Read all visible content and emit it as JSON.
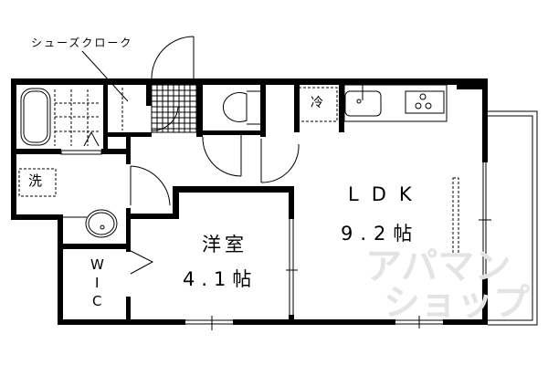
{
  "labels": {
    "shoe_closet": "シューズクローク",
    "laundry": "洗",
    "fridge": "冷",
    "wic": [
      "W",
      "I",
      "C"
    ],
    "western_room_name": "洋室",
    "western_room_size": "4.1帖",
    "ldk_name": "LDK",
    "ldk_size": "9.2帖"
  },
  "watermark": {
    "line1": "アパマン",
    "line2": "ショップ"
  },
  "colors": {
    "wall": "#000000",
    "watermark": "#e4e4e4",
    "background": "#ffffff"
  }
}
